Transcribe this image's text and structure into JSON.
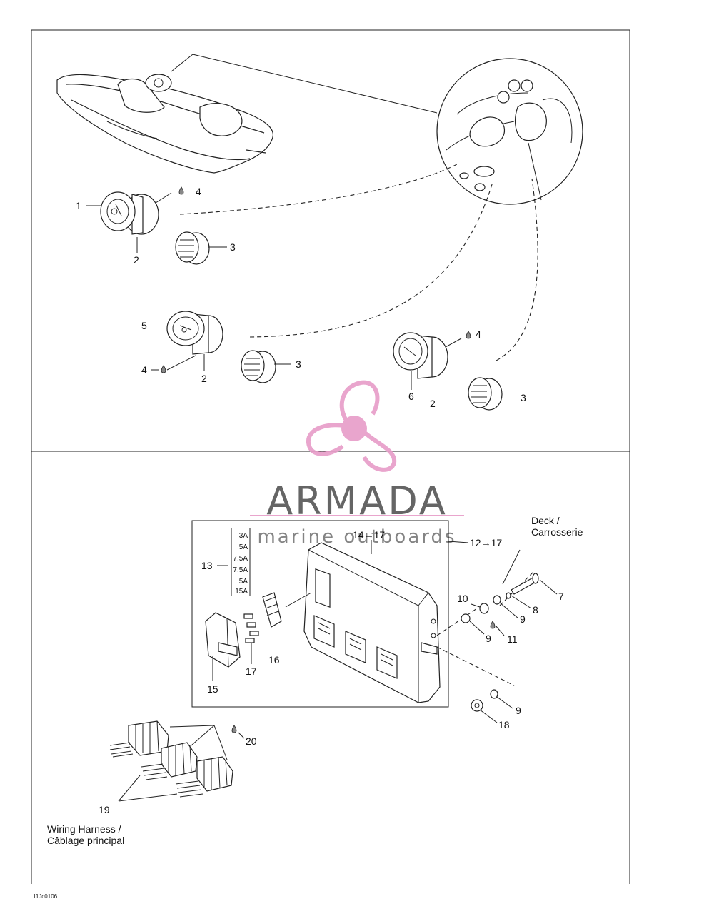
{
  "callouts": {
    "c1": "1",
    "c2a": "2",
    "c3a": "3",
    "c4a": "4",
    "c5": "5",
    "c4b": "4",
    "c2b": "2",
    "c3b": "3",
    "c4c": "4",
    "c6": "6",
    "c2c": "2",
    "c3c": "3",
    "c7": "7",
    "c8": "8",
    "c9a": "9",
    "c10": "10",
    "c9b": "9",
    "c11": "11",
    "c9c": "9",
    "c18": "18",
    "c12": "12→17",
    "c13": "13",
    "c14": "14→17",
    "c15": "15",
    "c16": "16",
    "c17": "17",
    "c19": "19",
    "c20": "20"
  },
  "fuses": [
    "3A",
    "5A",
    "7.5A",
    "7.5A",
    "5A",
    "15A"
  ],
  "deck_label": [
    "Deck /",
    "Carrosserie"
  ],
  "harness_label": [
    "Wiring Harness /",
    "Câblage principal"
  ],
  "figure_code": "11Jc0106",
  "watermark": {
    "brand": "ARMADA",
    "tagline": "marine outboards",
    "color": "#e79cc8"
  }
}
